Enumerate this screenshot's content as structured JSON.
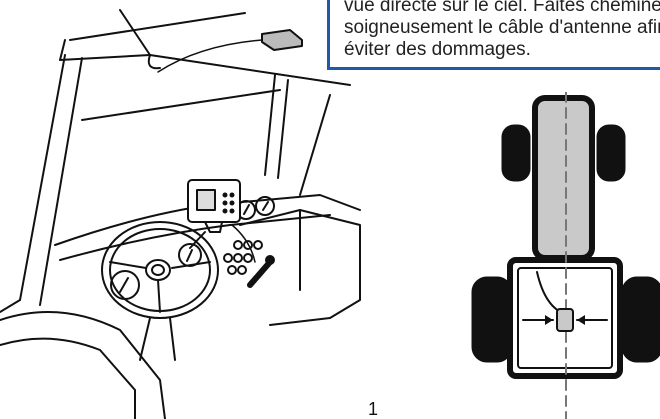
{
  "note": {
    "lines": [
      "vue directe sur le ciel. Faites cheminer",
      "soigneusement le câble d'antenne afin d'",
      "éviter des dommages."
    ]
  },
  "figure": {
    "number": "1"
  },
  "colors": {
    "accent_border": "#1f5aa6",
    "tractor_body": "#c9c9c9",
    "ink": "#111111"
  }
}
